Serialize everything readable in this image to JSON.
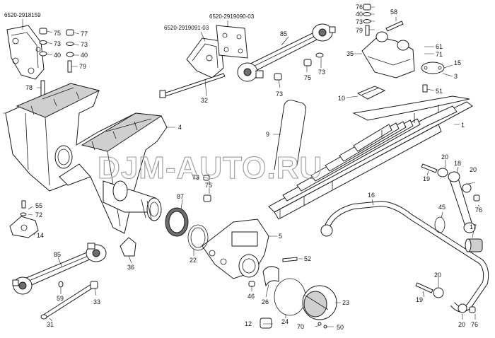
{
  "watermark": "DJM-AUTO.RU",
  "part_numbers": {
    "bracket_left": "6520-2918159",
    "bracket_mid": "6520-2919091-03",
    "bracket_right": "6520-2919090-03"
  },
  "callouts": {
    "c1": "1",
    "c3": "3",
    "c4": "4",
    "c5": "5",
    "c9": "9",
    "c10": "10",
    "c12": "12",
    "c14": "14",
    "c15": "15",
    "c16": "16",
    "c17": "17",
    "c18": "18",
    "c19a": "19",
    "c19b": "19",
    "c20a": "20",
    "c20b": "20",
    "c20c": "20",
    "c20d": "20",
    "c22": "22",
    "c23": "23",
    "c24": "24",
    "c26": "26",
    "c31": "31",
    "c32": "32",
    "c33": "33",
    "c35": "35",
    "c36": "36",
    "c40a": "40",
    "c40b": "40",
    "c40c": "40",
    "c45": "45",
    "c46": "46",
    "c50": "50",
    "c51": "51",
    "c52": "52",
    "c55": "55",
    "c58": "58",
    "c59": "59",
    "c61": "61",
    "c70": "70",
    "c71": "71",
    "c72": "72",
    "c73a": "73",
    "c73b": "73",
    "c73c": "73",
    "c73d": "73",
    "c73e": "73",
    "c73f": "73",
    "c75a": "75",
    "c75b": "75",
    "c75c": "75",
    "c76a": "76",
    "c76b": "76",
    "c76c": "76",
    "c77": "77",
    "c78": "78",
    "c79a": "79",
    "c79b": "79",
    "c85a": "85",
    "c85b": "85",
    "c87": "87"
  }
}
